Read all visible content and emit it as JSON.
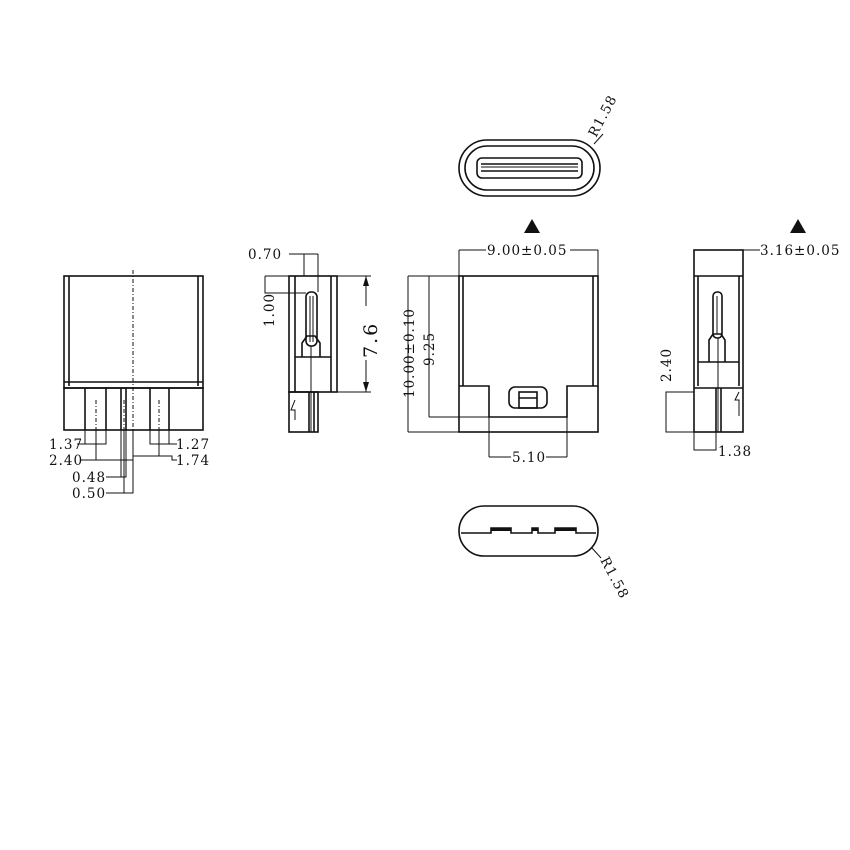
{
  "drawing": {
    "title": "USB Type-C receptacle dimension drawing",
    "colors": {
      "line": "#111111",
      "background": "#ffffff"
    },
    "top_view": {
      "radius_label": "R1.58"
    },
    "bottom_view": {
      "radius_label": "R1.58"
    },
    "front_view": {
      "width_label": "9.00±0.05",
      "height_outer_label": "10.00±0.10",
      "height_inner_label": "9.25",
      "slot_width_label": "5.10",
      "datum_marker": "triangle"
    },
    "left_view": {
      "pitch_labels": [
        "1.37",
        "2.40",
        "0.48",
        "0.50"
      ],
      "right_labels": [
        "1.27",
        "1.74"
      ]
    },
    "side_view": {
      "thickness_label": "0.70",
      "offset_label": "1.00",
      "height_label": "7.6"
    },
    "right_view": {
      "depth_label": "3.16±0.05",
      "lower_height_label": "2.40",
      "pin_offset_label": "1.38",
      "datum_marker": "triangle"
    }
  }
}
